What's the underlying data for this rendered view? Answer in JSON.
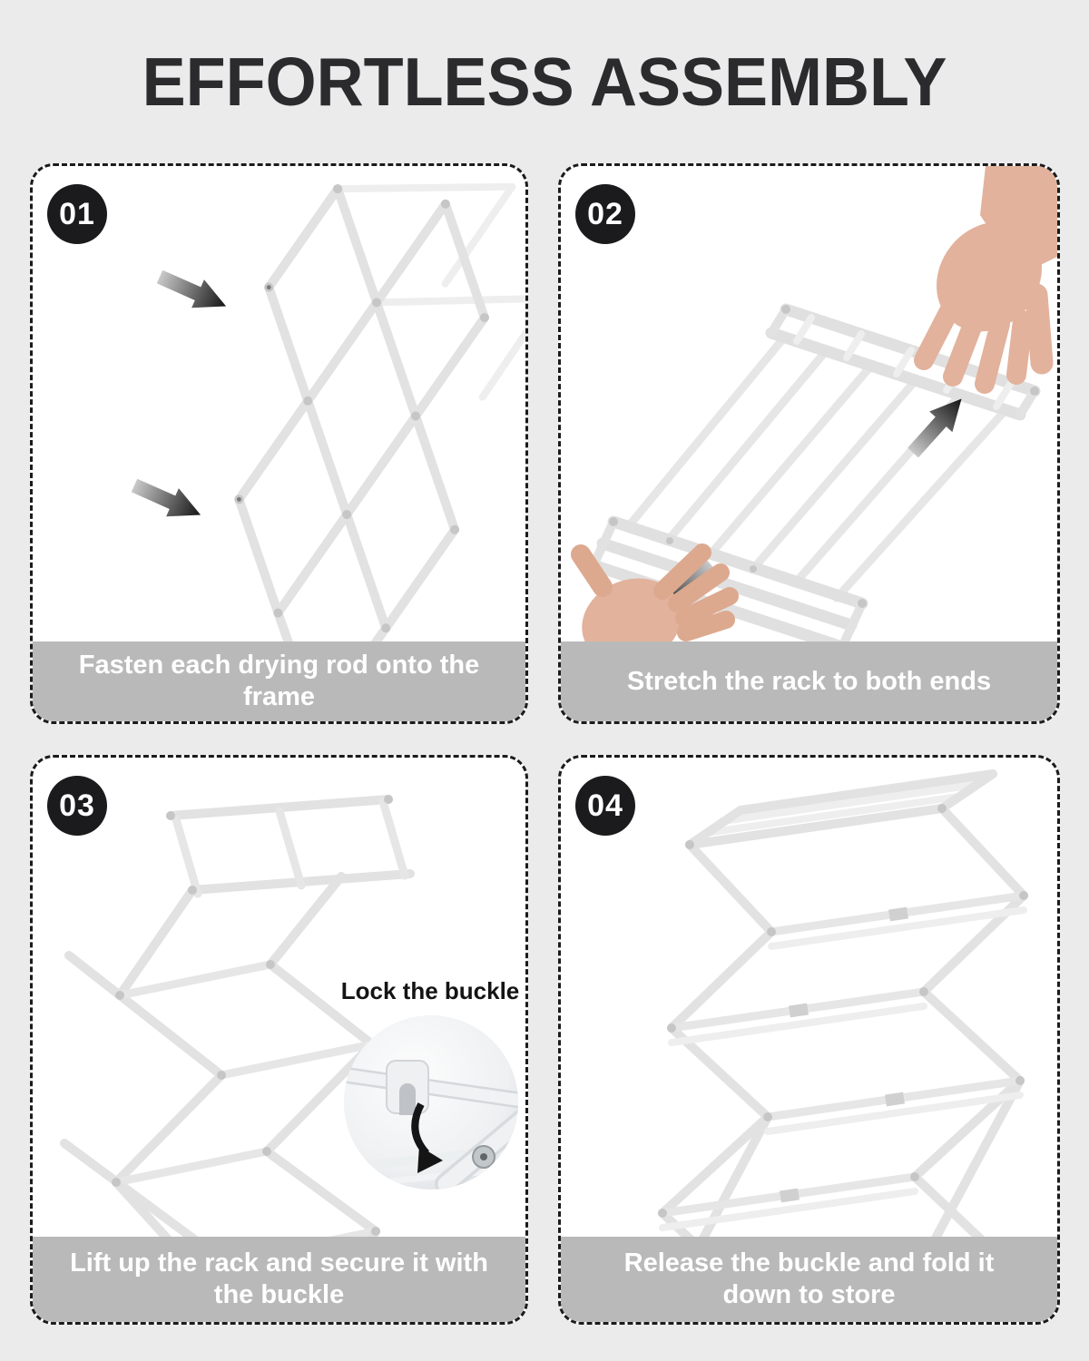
{
  "title": "EFFORTLESS ASSEMBLY",
  "steps": [
    {
      "number": "01",
      "caption": "Fasten each drying rod onto the frame",
      "illustration": "accordion-frame-with-fastening-arrows"
    },
    {
      "number": "02",
      "caption": "Stretch the rack to both ends",
      "illustration": "collapsed-rack-pulled-by-two-hands"
    },
    {
      "number": "03",
      "caption": "Lift up the rack and secure it with the buckle",
      "annotation": "Lock the buckle",
      "illustration": "half-opened-rack-with-buckle-zoom"
    },
    {
      "number": "04",
      "caption": "Release the buckle and fold it down to store",
      "illustration": "fully-assembled-drying-rack"
    }
  ],
  "colors": {
    "background": "#ebebeb",
    "panel": "#ffffff",
    "panel_border": "#1b1b1b",
    "caption_bar": "#b9b9b9",
    "caption_text": "#ffffff",
    "badge": "#1b1b1d",
    "badge_text": "#ffffff",
    "title_text": "#2b2b2e",
    "rack": "#e2e2e2",
    "arrow_dark": "#141414",
    "skin": "#e2b29c"
  }
}
